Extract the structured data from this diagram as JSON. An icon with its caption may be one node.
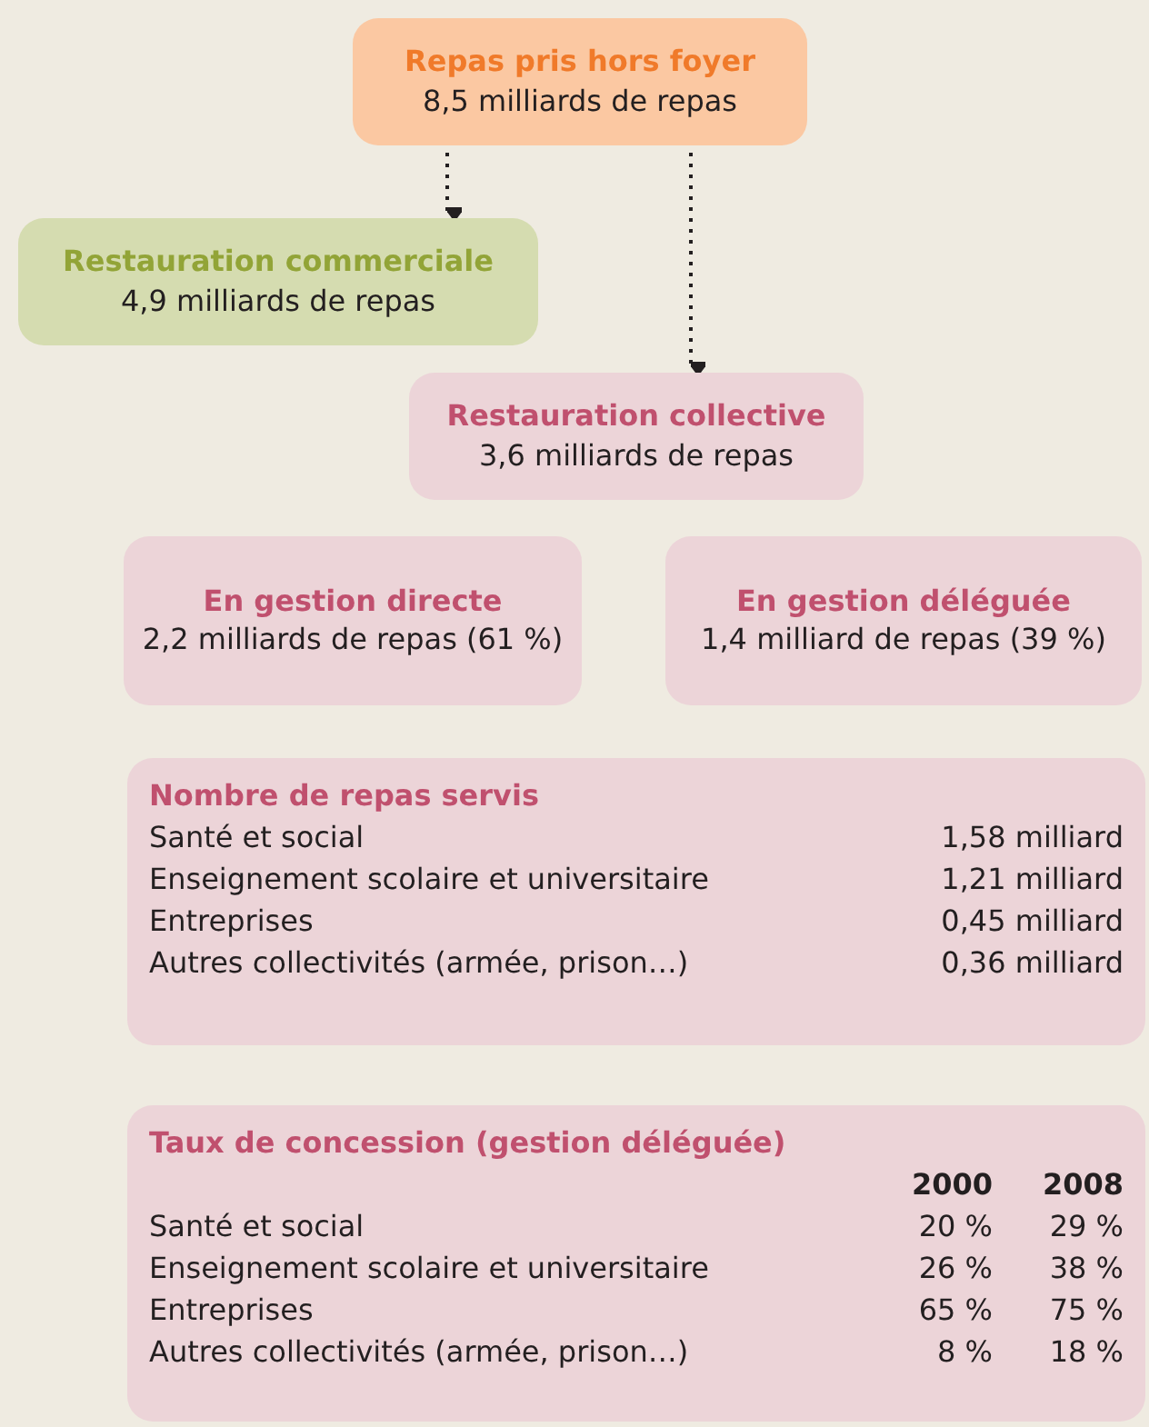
{
  "diagram": {
    "nodes": [
      {
        "text": [
          "Repas pris hors foyer",
          "8,5 milliards de repas"
        ]
      },
      {
        "text": [
          "Restauration commerciale",
          "4,9 milliards de repas"
        ]
      },
      {
        "text": [
          "Restauration collective",
          "3,6 milliards de repas"
        ]
      },
      {
        "text": [
          "En gestion directe",
          "2,2 milliards de repas (61 %)"
        ]
      },
      {
        "text": [
          "En gestion déléguée",
          "1,4 milliard de repas (39 %)"
        ]
      },
      {
        "text": [
          "Nombre de repas servis"
        ]
      },
      {
        "text": [
          "Taux de concession (gestion déléguée)"
        ]
      }
    ],
    "edges": [
      {
        "from": 0,
        "to": 1,
        "arrow": "to",
        "style": "dashed"
      },
      {
        "from": 0,
        "to": 2,
        "arrow": "to",
        "style": "dashed"
      }
    ],
    "labels": [
      "Santé et social",
      "1,58 milliard",
      "Enseignement scolaire et universitaire",
      "1,21 milliard",
      "Entreprises",
      "0,45 milliard",
      "Autres collectivités (armée, prison…)",
      "0,36 milliard",
      "2000",
      "2008",
      "Santé et social",
      "20 %",
      "29 %",
      "Enseignement scolaire et universitaire",
      "26 %",
      "38 %",
      "Entreprises",
      "65 %",
      "75 %",
      "Autres collectivités (armée, prison…)",
      "8 %",
      "18 %"
    ]
  }
}
